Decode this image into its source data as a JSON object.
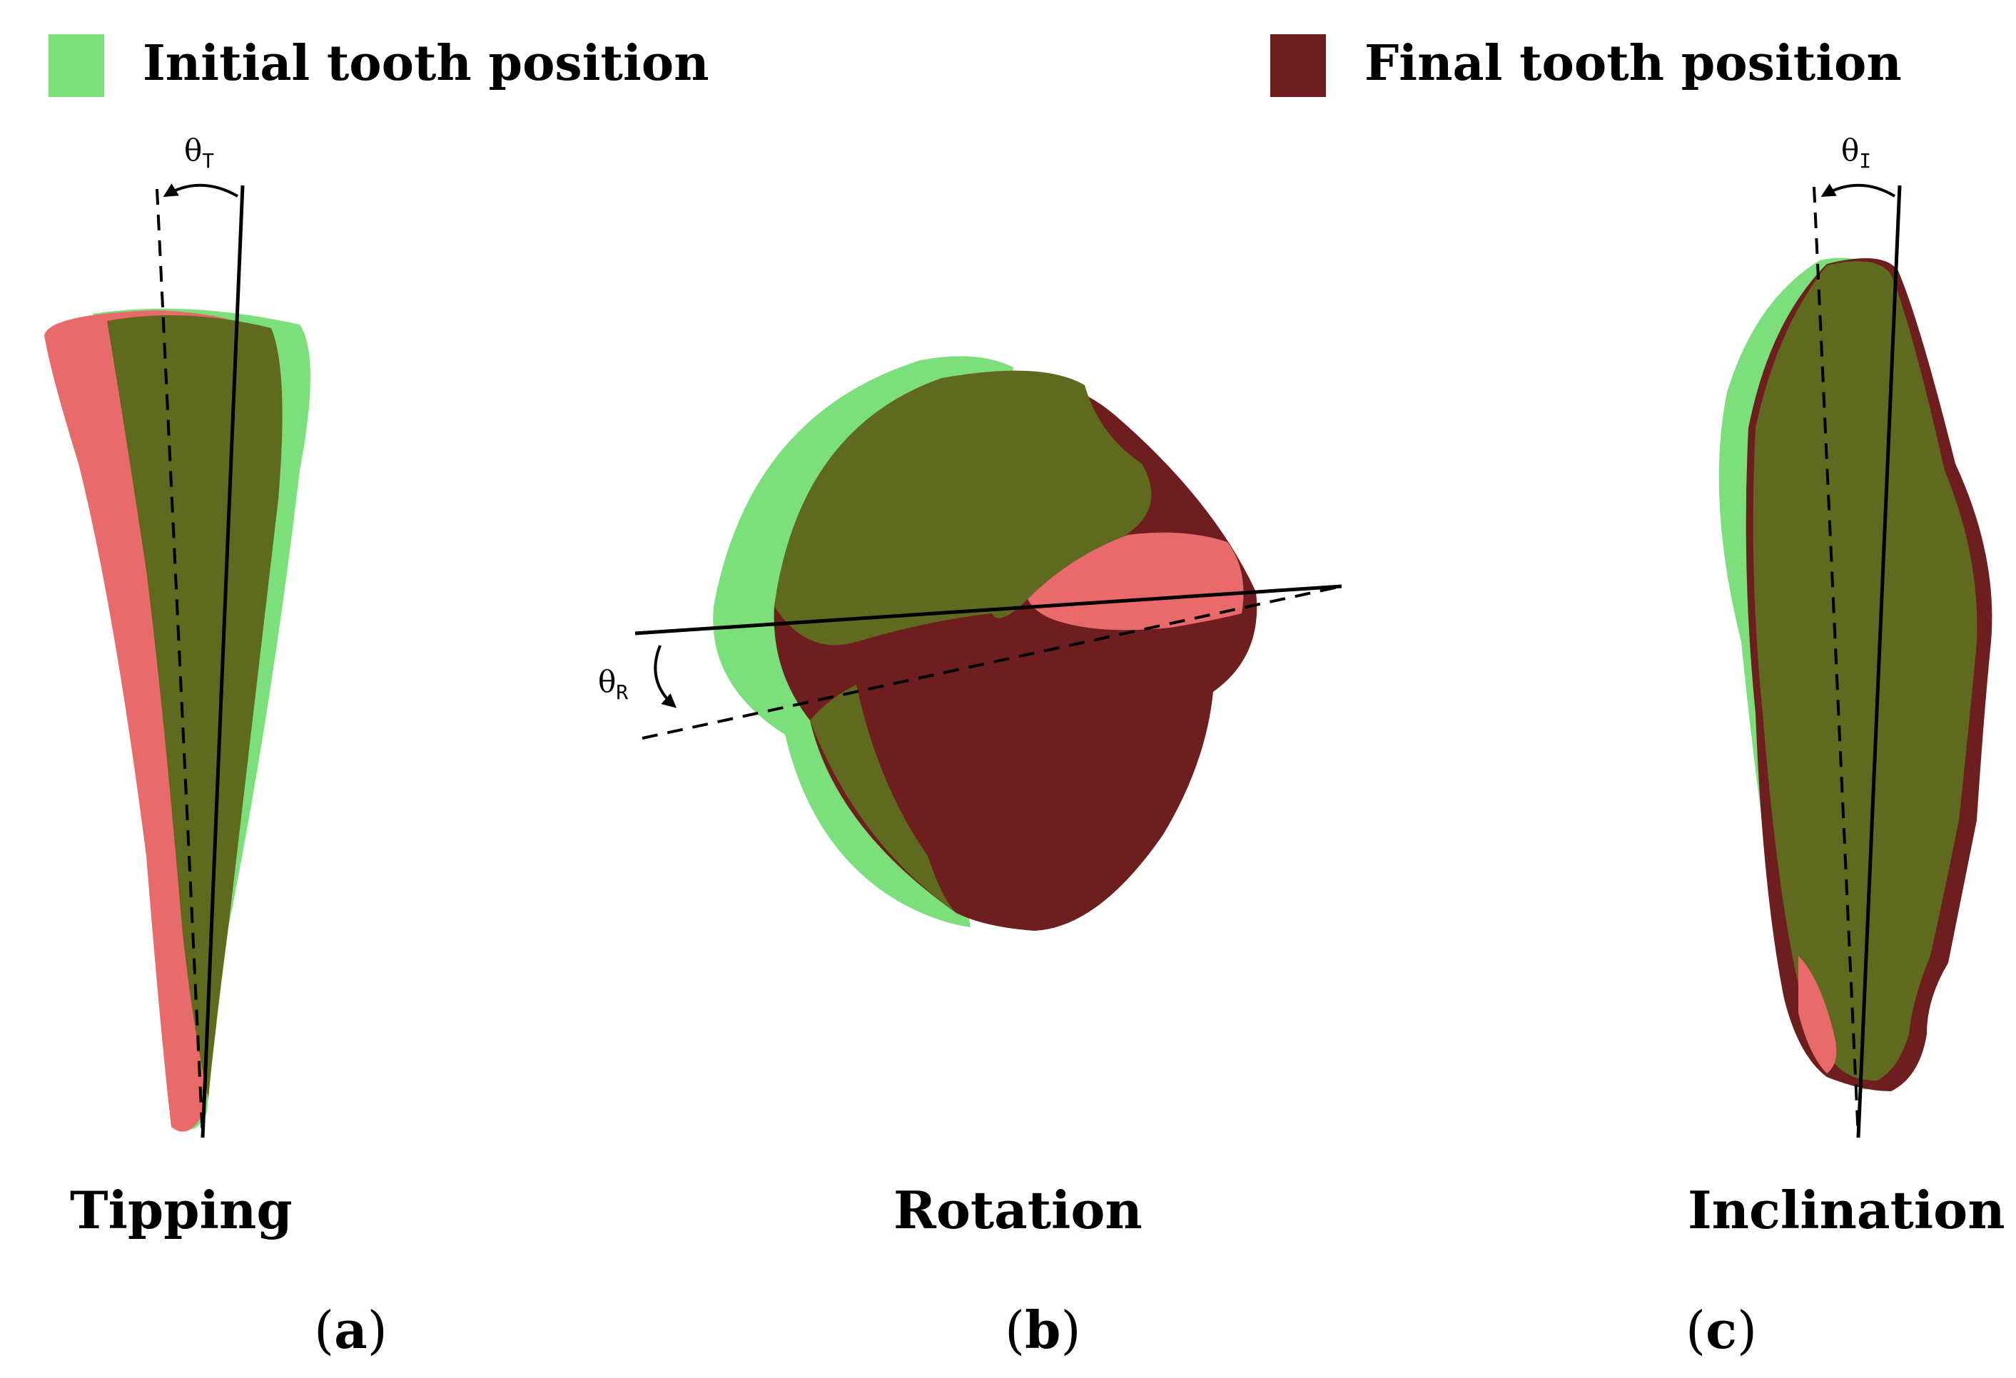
{
  "legend": {
    "initial_label": "Initial tooth position",
    "final_label": "Final tooth position",
    "initial_color": "#7be07b",
    "final_color": "#6e1e1e",
    "overlap_color": "#5f6a1f",
    "highlight_color": "#e86a6a"
  },
  "panels": {
    "a": {
      "title": "Tipping",
      "label_open": "(",
      "label_letter": "a",
      "label_close": ")",
      "angle_symbol": "θ",
      "angle_sub": "T"
    },
    "b": {
      "title": "Rotation",
      "label_open": "(",
      "label_letter": "b",
      "label_close": ")",
      "angle_symbol": "θ",
      "angle_sub": "R"
    },
    "c": {
      "title": "Inclination",
      "label_open": "(",
      "label_letter": "c",
      "label_close": ")",
      "angle_symbol": "θ",
      "angle_sub": "I"
    }
  }
}
